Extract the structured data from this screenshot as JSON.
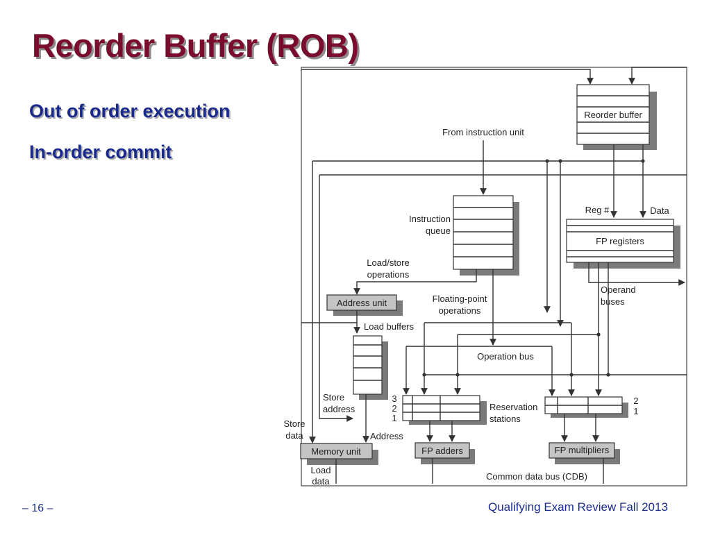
{
  "slide": {
    "title": "Reorder Buffer (ROB)",
    "bullets": [
      "Out of order execution",
      "In-order commit"
    ],
    "page_number": "– 16 –",
    "footer": "Qualifying Exam Review Fall 2013"
  },
  "diagram": {
    "reorder_buffer": "Reorder buffer",
    "from_instruction_unit": "From instruction unit",
    "instruction_queue": [
      "Instruction",
      "queue"
    ],
    "reg_num": "Reg #",
    "data": "Data",
    "fp_registers": "FP registers",
    "load_store_ops": [
      "Load/store",
      "operations"
    ],
    "floating_point_ops": [
      "Floating-point",
      "operations"
    ],
    "operand_buses": [
      "Operand",
      "buses"
    ],
    "address_unit": "Address unit",
    "load_buffers": "Load buffers",
    "operation_bus": "Operation bus",
    "store_address": [
      "Store",
      "address"
    ],
    "store_data": [
      "Store",
      "data"
    ],
    "address": "Address",
    "rs_numbers_adders": [
      "3",
      "2",
      "1"
    ],
    "reservation_stations": [
      "Reservation",
      "stations"
    ],
    "rs_numbers_multipliers": [
      "2",
      "1"
    ],
    "memory_unit": "Memory unit",
    "fp_adders": "FP adders",
    "fp_multipliers": "FP multipliers",
    "load_data": [
      "Load",
      "data"
    ],
    "cdb": "Common data bus (CDB)"
  }
}
